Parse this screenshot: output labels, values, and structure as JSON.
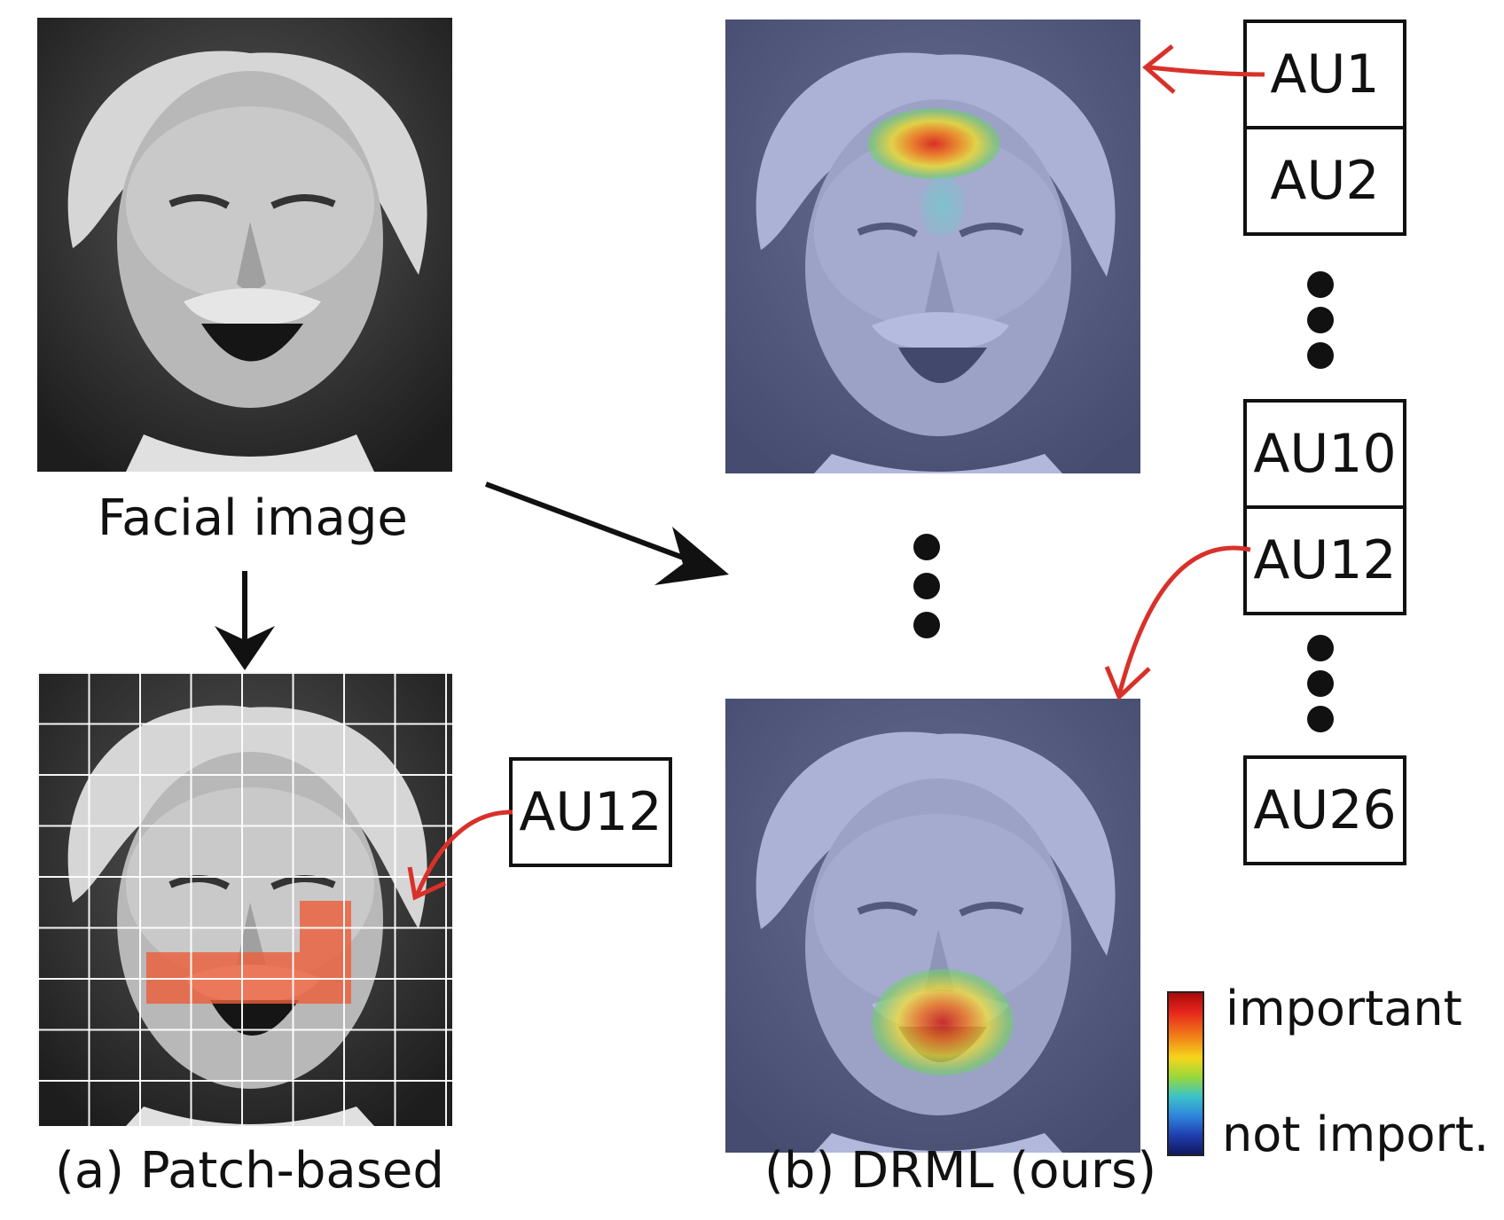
{
  "captions": {
    "facial_image": "Facial image",
    "patch_based": "(a) Patch-based",
    "drml": "(b) DRML (ours)"
  },
  "au_labels": {
    "patch_au": "AU12",
    "au1": "AU1",
    "au2": "AU2",
    "au10": "AU10",
    "au12": "AU12",
    "au26": "AU26"
  },
  "legend": {
    "high": "important",
    "low": "not import."
  },
  "colors": {
    "arrow_black": "#111111",
    "arrow_red": "#d8312a",
    "patch_highlight": "#eb5f3c",
    "tint_overlay": "#7887d7"
  }
}
